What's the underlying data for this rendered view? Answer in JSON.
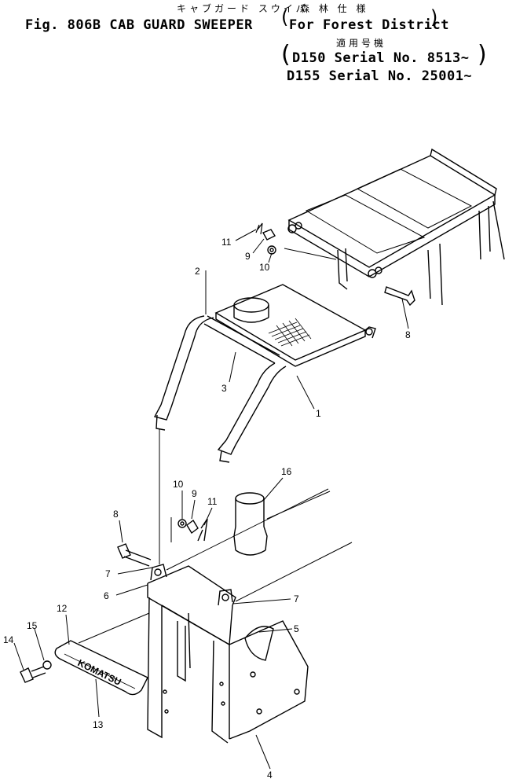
{
  "header": {
    "jp_title": "キャブガード スウイパ",
    "jp_forest": "森 林 仕 様",
    "figure_title": "Fig. 806B CAB GUARD SWEEPER",
    "forest_label": "For Forest District",
    "jp_applicable": "適用号機",
    "serial_1": "D150 Serial No. 8513~",
    "serial_2": "D155 Serial No. 25001~"
  },
  "parts": {
    "p1": "1",
    "p2": "2",
    "p3": "3",
    "p4": "4",
    "p5": "5",
    "p6": "6",
    "p7a": "7",
    "p7b": "7",
    "p8a": "8",
    "p8b": "8",
    "p9a": "9",
    "p9b": "9",
    "p10a": "10",
    "p10b": "10",
    "p11a": "11",
    "p11b": "11",
    "p12": "12",
    "p13": "13",
    "p14": "14",
    "p15": "15",
    "p16": "16"
  },
  "nameplate_text": "KOMATSU"
}
